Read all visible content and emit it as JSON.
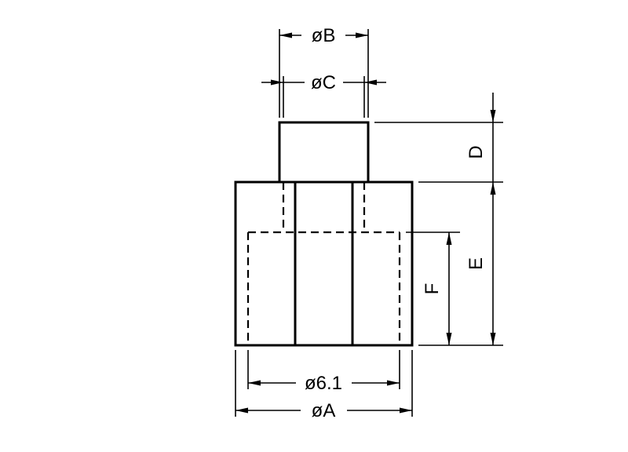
{
  "drawing": {
    "background_color": "#ffffff",
    "line_color": "#000000",
    "labels": {
      "top_outer_diameter": "øB",
      "top_inner_diameter": "øC",
      "boss_height": "D",
      "body_height": "E",
      "recess_depth": "F",
      "recess_diameter": "ø6.1",
      "body_diameter": "øA"
    }
  }
}
